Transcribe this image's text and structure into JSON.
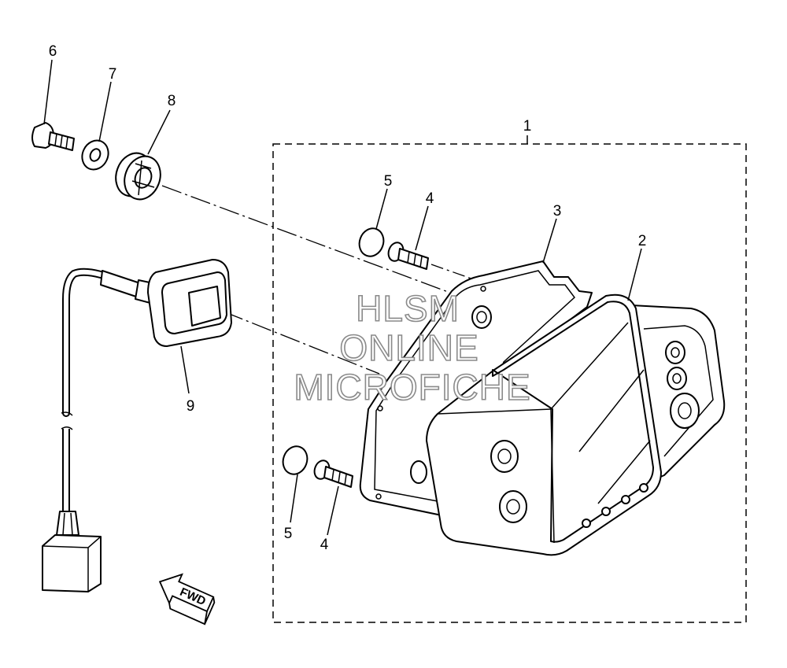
{
  "callouts": [
    {
      "id": "1",
      "text": "1"
    },
    {
      "id": "2",
      "text": "2"
    },
    {
      "id": "3",
      "text": "3"
    },
    {
      "id": "4a",
      "text": "4"
    },
    {
      "id": "4b",
      "text": "4"
    },
    {
      "id": "5a",
      "text": "5"
    },
    {
      "id": "5b",
      "text": "5"
    },
    {
      "id": "6",
      "text": "6"
    },
    {
      "id": "7",
      "text": "7"
    },
    {
      "id": "8",
      "text": "8"
    },
    {
      "id": "9",
      "text": "9"
    }
  ],
  "watermark": {
    "line1": "HLSM",
    "line2": "ONLINE",
    "line3": "MICROFICHE"
  },
  "direction_arrow": {
    "text": "FWD"
  }
}
